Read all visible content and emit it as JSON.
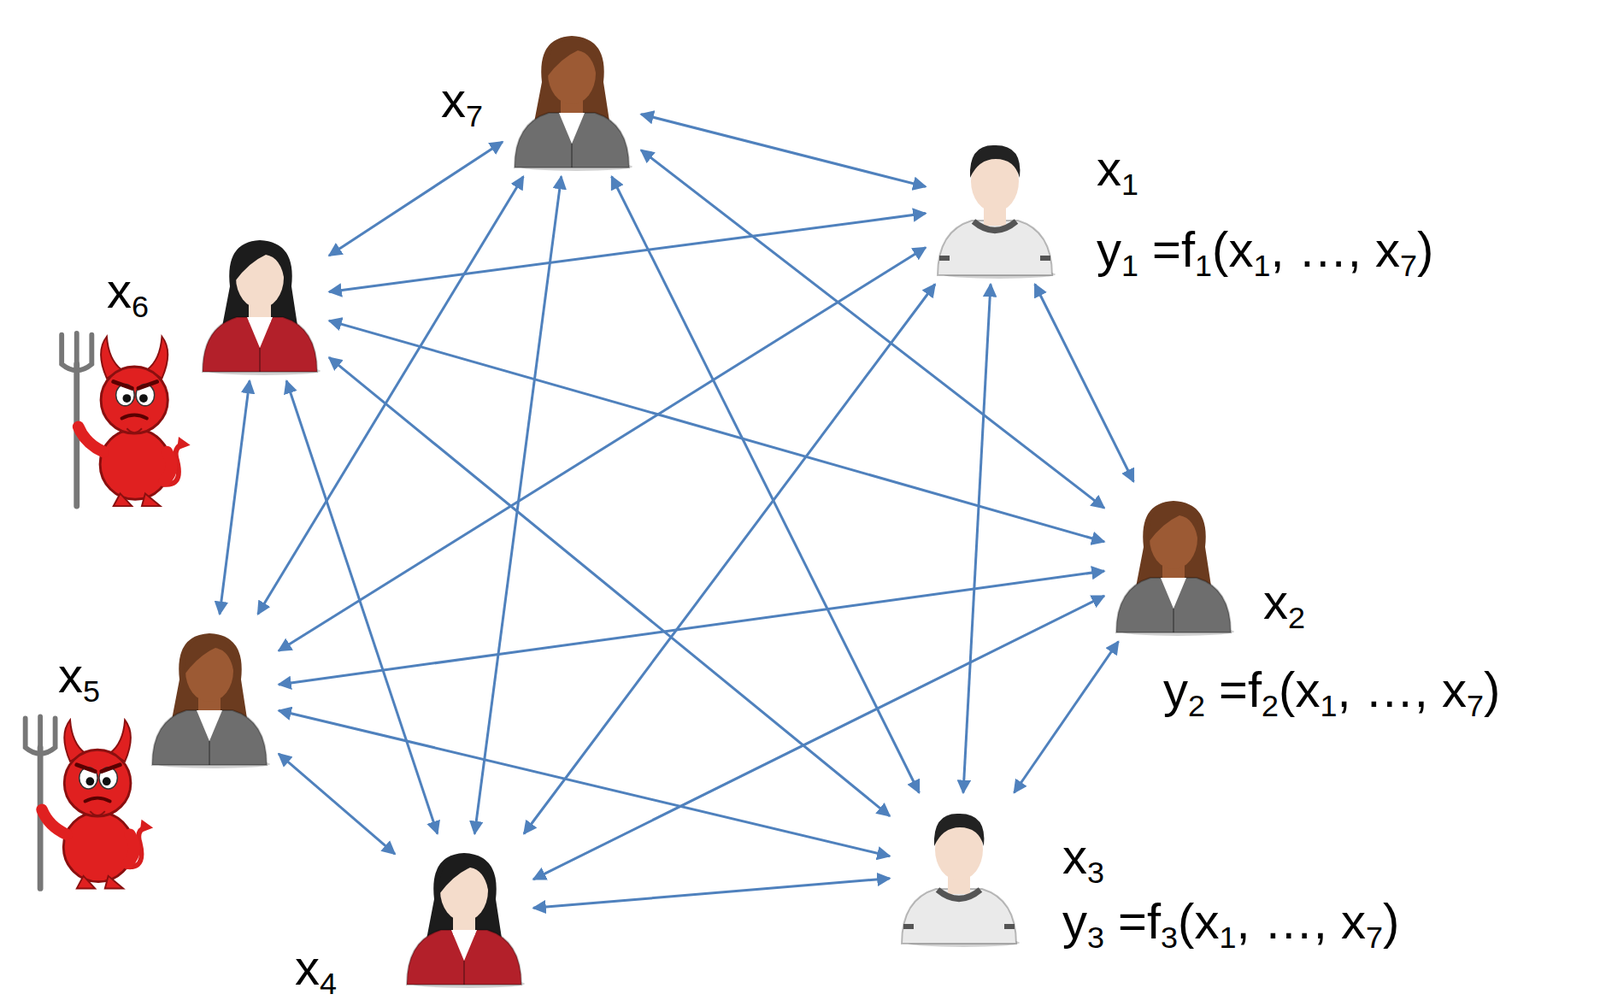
{
  "diagram": {
    "nodes": [
      {
        "text": [
          "x1",
          "y1 =f1(x1, …, x7)"
        ]
      },
      {
        "text": [
          "x2",
          "y2 =f2(x1, …, x7)"
        ]
      },
      {
        "text": [
          "x3",
          "y3 =f3(x1, …, x7)"
        ]
      },
      {
        "text": [
          "x4"
        ]
      },
      {
        "text": [
          "x5"
        ]
      },
      {
        "text": [
          "x6"
        ]
      },
      {
        "text": [
          "x7"
        ]
      }
    ],
    "edges": [
      {
        "from": 0,
        "to": 1,
        "arrow": "both"
      },
      {
        "from": 0,
        "to": 2,
        "arrow": "both"
      },
      {
        "from": 0,
        "to": 3,
        "arrow": "both"
      },
      {
        "from": 0,
        "to": 4,
        "arrow": "both"
      },
      {
        "from": 0,
        "to": 5,
        "arrow": "both"
      },
      {
        "from": 0,
        "to": 6,
        "arrow": "both"
      },
      {
        "from": 1,
        "to": 2,
        "arrow": "both"
      },
      {
        "from": 1,
        "to": 3,
        "arrow": "both"
      },
      {
        "from": 1,
        "to": 4,
        "arrow": "both"
      },
      {
        "from": 1,
        "to": 5,
        "arrow": "both"
      },
      {
        "from": 1,
        "to": 6,
        "arrow": "both"
      },
      {
        "from": 2,
        "to": 3,
        "arrow": "both"
      },
      {
        "from": 2,
        "to": 4,
        "arrow": "both"
      },
      {
        "from": 2,
        "to": 5,
        "arrow": "both"
      },
      {
        "from": 2,
        "to": 6,
        "arrow": "both"
      },
      {
        "from": 3,
        "to": 4,
        "arrow": "both"
      },
      {
        "from": 3,
        "to": 5,
        "arrow": "both"
      },
      {
        "from": 3,
        "to": 6,
        "arrow": "both"
      },
      {
        "from": 4,
        "to": 5,
        "arrow": "both"
      },
      {
        "from": 4,
        "to": 6,
        "arrow": "both"
      },
      {
        "from": 5,
        "to": 6,
        "arrow": "both"
      }
    ]
  }
}
